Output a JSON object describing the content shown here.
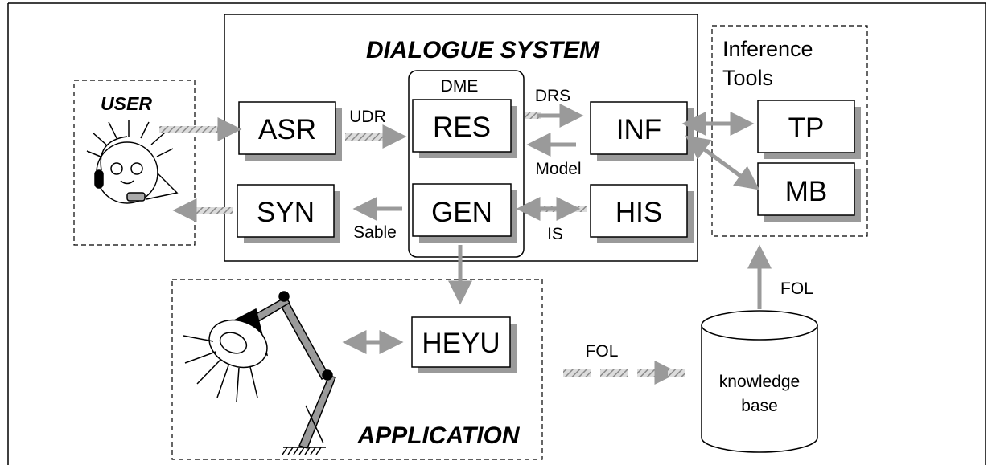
{
  "title": "DIALOGUE SYSTEM",
  "user": {
    "label": "USER"
  },
  "application": {
    "label": "APPLICATION"
  },
  "inference": {
    "title_line1": "Inference",
    "title_line2": "Tools"
  },
  "dme": {
    "label": "DME"
  },
  "modules": {
    "asr": "ASR",
    "syn": "SYN",
    "res": "RES",
    "gen": "GEN",
    "inf": "INF",
    "his": "HIS",
    "tp": "TP",
    "mb": "MB",
    "heyu": "HEYU"
  },
  "flows": {
    "udr": "UDR",
    "drs": "DRS",
    "model": "Model",
    "sable": "Sable",
    "is": "IS",
    "fol_up": "FOL",
    "fol_app": "FOL"
  },
  "knowledge_base": {
    "line1": "knowledge",
    "line2": "base"
  },
  "colors": {
    "arrow": "#9a9a9a",
    "line": "#000000",
    "background": "#ffffff"
  }
}
